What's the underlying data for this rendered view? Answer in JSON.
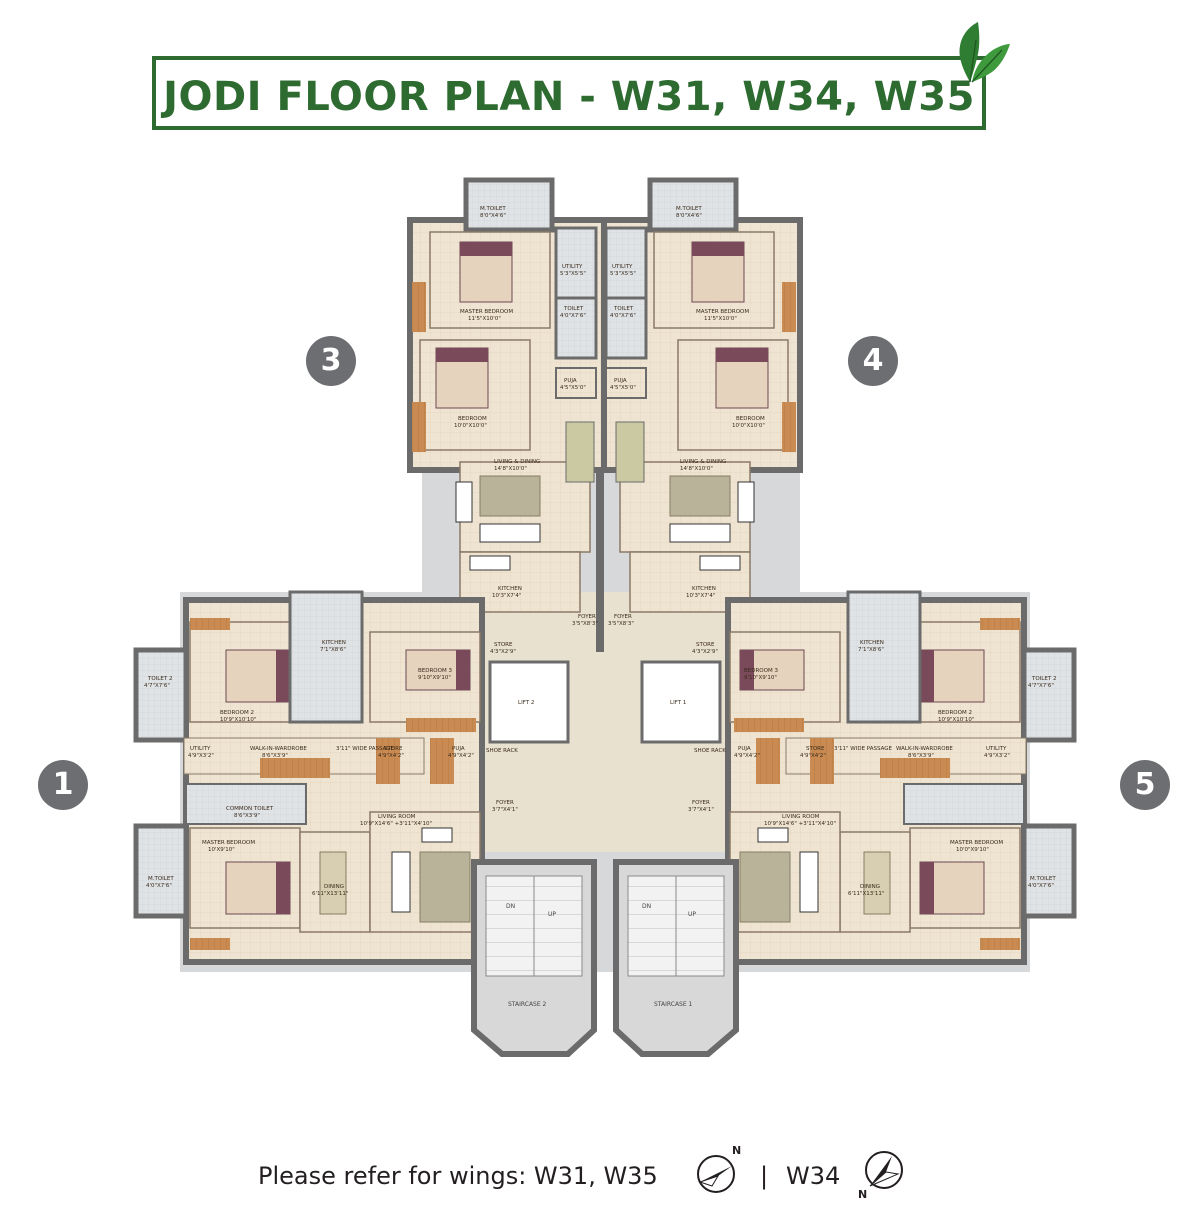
{
  "title": "JODI FLOOR PLAN - W31, W34, W35",
  "wing_markers": [
    "1",
    "3",
    "4",
    "5"
  ],
  "footer": {
    "text": "Please refer for wings: W31, W35",
    "separator": "|",
    "wing_w34": "W34",
    "north_label": "N"
  },
  "rooms": {
    "unit3": {
      "m_toilet": "M.TOILET",
      "m_toilet_dim": "8'0\"X4'6\"",
      "utility": "UTILITY",
      "utility_dim": "5'3\"X5'5\"",
      "toilet": "TOILET",
      "toilet_dim": "4'0\"X7'6\"",
      "master_bedroom": "MASTER BEDROOM",
      "master_bedroom_dim": "11'5\"X10'0\"",
      "puja": "PUJA",
      "puja_dim": "4'5\"X5'0\"",
      "bedroom": "BEDROOM",
      "bedroom_dim": "10'0\"X10'0\"",
      "living_dining": "LIVING & DINING",
      "living_dining_dim": "14'8\"X10'0\"",
      "kitchen": "KITCHEN",
      "kitchen_dim": "10'3\"X7'4\"",
      "foyer": "FOYER",
      "foyer_dim": "3'5\"X8'3\"",
      "store": "STORE",
      "store_dim": "4'3\"X2'9\""
    },
    "unit4": {
      "m_toilet": "M.TOILET",
      "m_toilet_dim": "8'0\"X4'6\"",
      "utility": "UTILITY",
      "utility_dim": "5'3\"X5'5\"",
      "toilet": "TOILET",
      "toilet_dim": "4'0\"X7'6\"",
      "master_bedroom": "MASTER BEDROOM",
      "master_bedroom_dim": "11'5\"X10'0\"",
      "puja": "PUJA",
      "puja_dim": "4'5\"X5'0\"",
      "bedroom": "BEDROOM",
      "bedroom_dim": "10'0\"X10'0\"",
      "living_dining": "LIVING & DINING",
      "living_dining_dim": "14'8\"X10'0\"",
      "kitchen": "KITCHEN",
      "kitchen_dim": "10'3\"X7'4\"",
      "foyer": "FOYER",
      "foyer_dim": "3'5\"X8'3\"",
      "store": "STORE",
      "store_dim": "4'3\"X2'9\""
    },
    "unit1": {
      "toilet2": "TOILET 2",
      "toilet2_dim": "4'7\"X7'6\"",
      "bedroom2": "BEDROOM 2",
      "bedroom2_dim": "10'9\"X10'10\"",
      "kitchen": "KITCHEN",
      "kitchen_dim": "7'1\"X8'6\"",
      "bedroom3": "BEDROOM 3",
      "bedroom3_dim": "9'10\"X9'10\"",
      "utility": "UTILITY",
      "utility_dim": "4'9\"X3'2\"",
      "walk_in": "WALK-IN-WARDROBE",
      "walk_in_dim": "8'6\"X3'9\"",
      "passage": "3'11\" WIDE PASSAGE",
      "store": "STORE",
      "store_dim": "4'9\"X4'2\"",
      "puja": "PUJA",
      "puja_dim": "4'9\"X4'2\"",
      "shoe_rack": "SHOE RACK",
      "common_toilet": "COMMON TOILET",
      "common_toilet_dim": "8'6\"X3'9\"",
      "master_bedroom": "MASTER BEDROOM",
      "master_bedroom_dim": "10'X9'10\"",
      "m_toilet": "M.TOILET",
      "m_toilet_dim": "4'0\"X7'6\"",
      "living_room": "LIVING ROOM",
      "living_room_dim": "10'9\"X14'6\" +3'11\"X4'10\"",
      "dining": "DINING",
      "dining_dim": "6'11\"X13'11\"",
      "foyer": "FOYER",
      "foyer_dim": "3'7\"X4'1\"",
      "lift": "LIFT 2"
    },
    "unit5": {
      "toilet2": "TOILET 2",
      "toilet2_dim": "4'7\"X7'6\"",
      "bedroom2": "BEDROOM 2",
      "bedroom2_dim": "10'9\"X10'10\"",
      "kitchen": "KITCHEN",
      "kitchen_dim": "7'1\"X8'6\"",
      "bedroom3": "BEDROOM 3",
      "bedroom3_dim": "9'10\"X9'10\"",
      "utility": "UTILITY",
      "utility_dim": "4'9\"X3'2\"",
      "walk_in": "WALK-IN-WARDROBE",
      "walk_in_dim": "8'6\"X3'9\"",
      "passage": "3'11\" WIDE PASSAGE",
      "store": "STORE",
      "store_dim": "4'9\"X4'2\"",
      "puja": "PUJA",
      "puja_dim": "4'9\"X4'2\"",
      "shoe_rack": "SHOE RACK",
      "master_bedroom": "MASTER BEDROOM",
      "master_bedroom_dim": "10'0\"X9'10\"",
      "m_toilet": "M.TOILET",
      "m_toilet_dim": "4'0\"X7'6\"",
      "living_room": "LIVING ROOM",
      "living_room_dim": "10'9\"X14'6\" +3'11\"X4'10\"",
      "dining": "DINING",
      "dining_dim": "6'11\"X13'11\"",
      "foyer": "FOYER",
      "foyer_dim": "3'7\"X4'1\"",
      "lift": "LIFT 1"
    },
    "staircase2": "STAIRCASE 2",
    "staircase1": "STAIRCASE 1",
    "dn": "DN",
    "up": "UP"
  },
  "colors": {
    "brand_green": "#2e6b31",
    "marker_gray": "#6d6e71",
    "wall": "#6b6b6b",
    "floor_tile": "#efe4d2",
    "wood": "#c4864c",
    "common": "#ece5d6"
  }
}
